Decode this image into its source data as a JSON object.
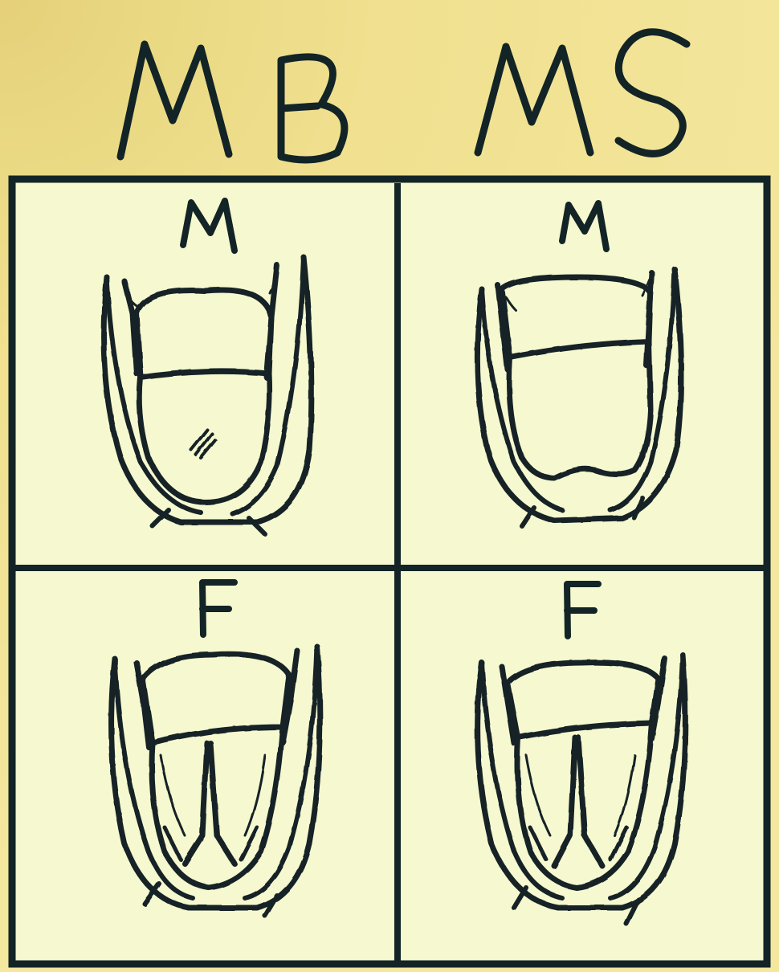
{
  "diagram": {
    "columns": [
      "MB",
      "MS"
    ],
    "rows": [
      "M",
      "F"
    ],
    "colors": {
      "background": "#f1e59a",
      "panel": "#f6f8cf",
      "ink": "#132427"
    },
    "cells": [
      {
        "column": "MB",
        "row": "M",
        "label": "M"
      },
      {
        "column": "MS",
        "row": "M",
        "label": "M"
      },
      {
        "column": "MB",
        "row": "F",
        "label": "F"
      },
      {
        "column": "MS",
        "row": "F",
        "label": "F"
      }
    ]
  }
}
